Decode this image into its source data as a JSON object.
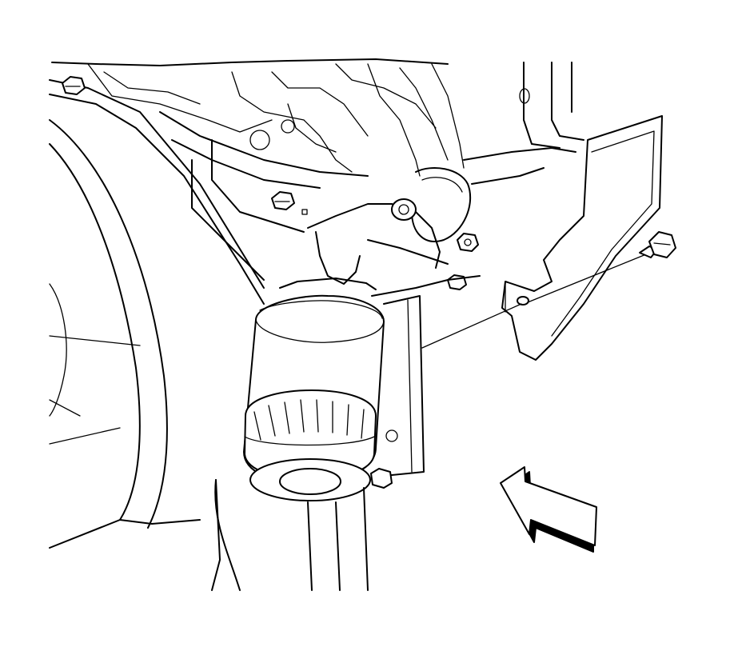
{
  "diagram": {
    "labels": [],
    "colors": {
      "line": "#000000",
      "background": "#ffffff"
    },
    "components": {
      "filter": "oil-filter",
      "shield": "heat-shield",
      "bolt": "shield-bolt",
      "arrow": "view-direction-arrow"
    }
  }
}
